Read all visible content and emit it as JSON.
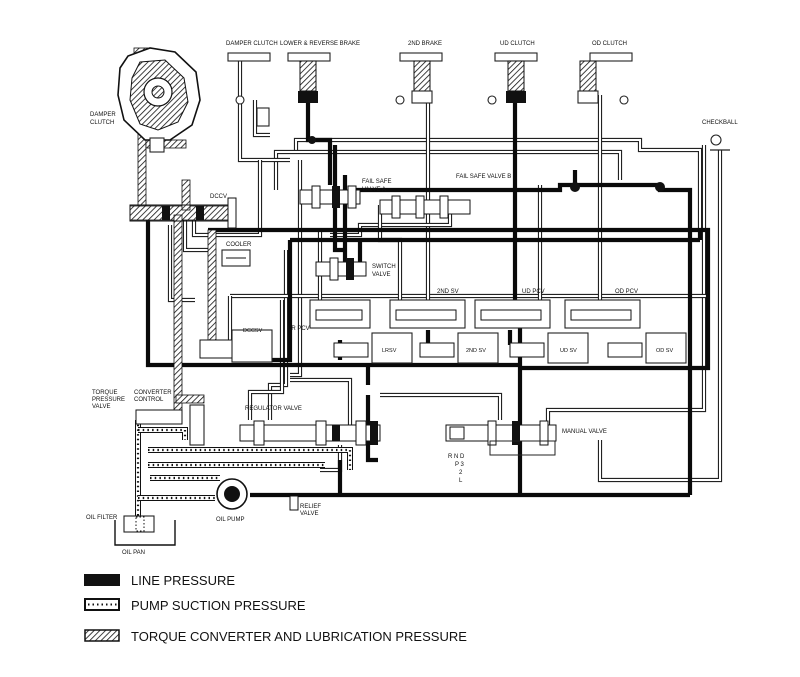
{
  "labels": {
    "damper_clutch_top": "DAMPER CLUTCH",
    "lower_reverse_brake": "LOWER & REVERSE BRAKE",
    "second_brake": "2ND BRAKE",
    "ud_clutch": "UD CLUTCH",
    "od_clutch": "OD CLUTCH",
    "checkball": "CHECKBALL",
    "damper_clutch_side_1": "DAMPER",
    "damper_clutch_side_2": "CLUTCH",
    "dccv": "DCCV",
    "fail_safe_a_1": "FAIL SAFE",
    "fail_safe_a_2": "VALVE A",
    "fail_safe_b": "FAIL SAFE VALVE B",
    "cooler": "COOLER",
    "switch_valve_1": "SWITCH",
    "switch_valve_2": "VALVE",
    "second_sv": "2ND SV",
    "ud_pcv": "UD PCV",
    "od_pcv": "OD PCV",
    "lr_pcv": "LR PCV",
    "dccsv": "DCCSV",
    "lrsv": "LRSV",
    "second_sv_box": "2ND SV",
    "ud_sv": "UD SV",
    "od_sv": "OD SV",
    "tpv_1": "TORQUE",
    "tpv_2": "PRESSURE",
    "tpv_3": "VALVE",
    "converter_control_1": "CONVERTER",
    "converter_control_2": "CONTROL",
    "regulator_valve": "REGULATOR VALVE",
    "manual_valve": "MANUAL VALVE",
    "shift_1": "R  N D",
    "shift_2": "P  3",
    "shift_3": "2",
    "shift_4": "L",
    "oil_filter": "OIL FILTER",
    "oil_pump": "OIL PUMP",
    "relief_valve_1": "RELIEF",
    "relief_valve_2": "VALVE",
    "oil_pan": "OIL PAN"
  },
  "legend": [
    {
      "label": "LINE PRESSURE",
      "pattern": "solid"
    },
    {
      "label": "PUMP SUCTION PRESSURE",
      "pattern": "dotted"
    },
    {
      "label": "TORQUE CONVERTER AND LUBRICATION PRESSURE",
      "pattern": "hatched"
    }
  ],
  "colors": {
    "ink": "#111111",
    "paper": "#ffffff"
  }
}
